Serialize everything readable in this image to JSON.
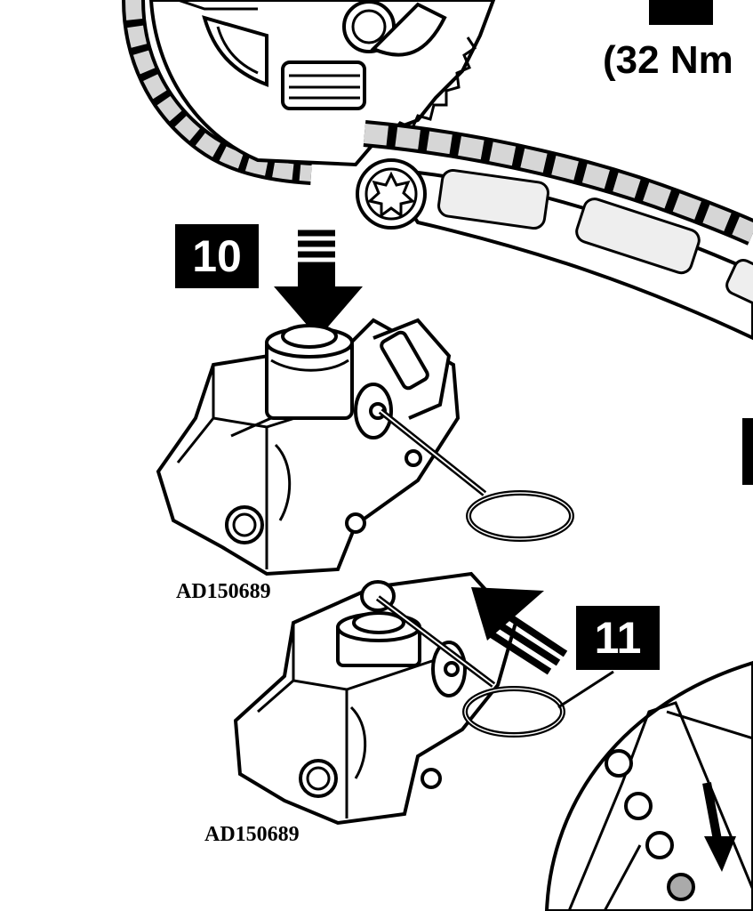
{
  "diagram": {
    "torque_label": "(32 Nm",
    "callouts": [
      {
        "id": "10",
        "label": "10"
      },
      {
        "id": "11",
        "label": "11"
      }
    ],
    "part_numbers": [
      "AD150689",
      "AD150689"
    ],
    "colors": {
      "ink": "#000000",
      "paper": "#ffffff",
      "chain_fill": "#d6d6d6",
      "pad_fill": "#eeeeee"
    }
  }
}
